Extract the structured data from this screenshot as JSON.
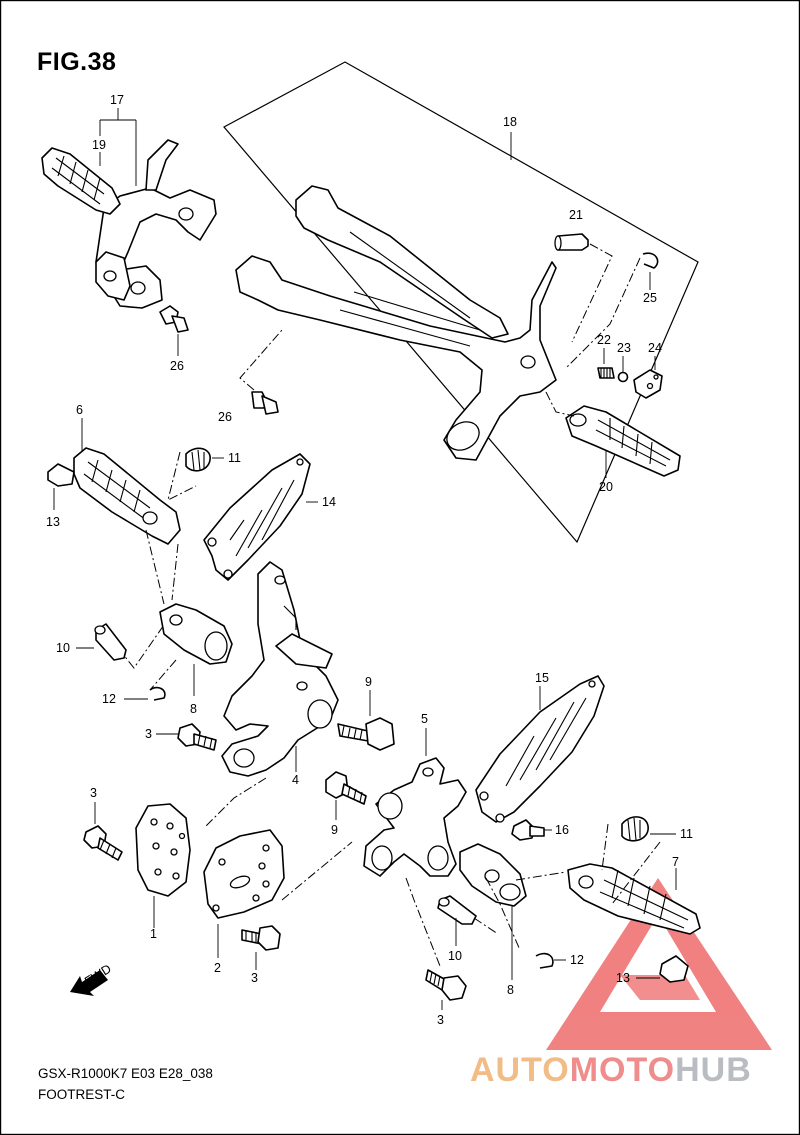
{
  "figure": {
    "title": "FIG.38",
    "model_code": "GSX-R1000K7 E03 E28_038",
    "section_name": "FOOTREST-C"
  },
  "callouts": [
    "1",
    "2",
    "3",
    "3",
    "3",
    "3",
    "4",
    "5",
    "6",
    "7",
    "8",
    "8",
    "9",
    "9",
    "10",
    "10",
    "11",
    "11",
    "12",
    "12",
    "13",
    "13",
    "14",
    "15",
    "16",
    "17",
    "18",
    "19",
    "20",
    "21",
    "22",
    "23",
    "24",
    "25",
    "26",
    "26"
  ],
  "labels": {
    "p1": "1",
    "p2": "2",
    "p3a": "3",
    "p3b": "3",
    "p3c": "3",
    "p3d": "3",
    "p4": "4",
    "p5": "5",
    "p6": "6",
    "p7": "7",
    "p8a": "8",
    "p8b": "8",
    "p9a": "9",
    "p9b": "9",
    "p10a": "10",
    "p10b": "10",
    "p11a": "11",
    "p11b": "11",
    "p12a": "12",
    "p12b": "12",
    "p13a": "13",
    "p13b": "13",
    "p14": "14",
    "p15": "15",
    "p16": "16",
    "p17": "17",
    "p18": "18",
    "p19": "19",
    "p20": "20",
    "p21": "21",
    "p22": "22",
    "p23": "23",
    "p24": "24",
    "p25": "25",
    "p26a": "26",
    "p26b": "26"
  },
  "fwd_marker": "FWD",
  "watermark": {
    "part1": "AUTO",
    "part2": "MOTO",
    "part3": "HUB",
    "colors": {
      "auto": "#f2bc86",
      "moto": "#ef8c8c",
      "hub": "#b9bcc1",
      "triangle": "#ef6c6c"
    }
  }
}
